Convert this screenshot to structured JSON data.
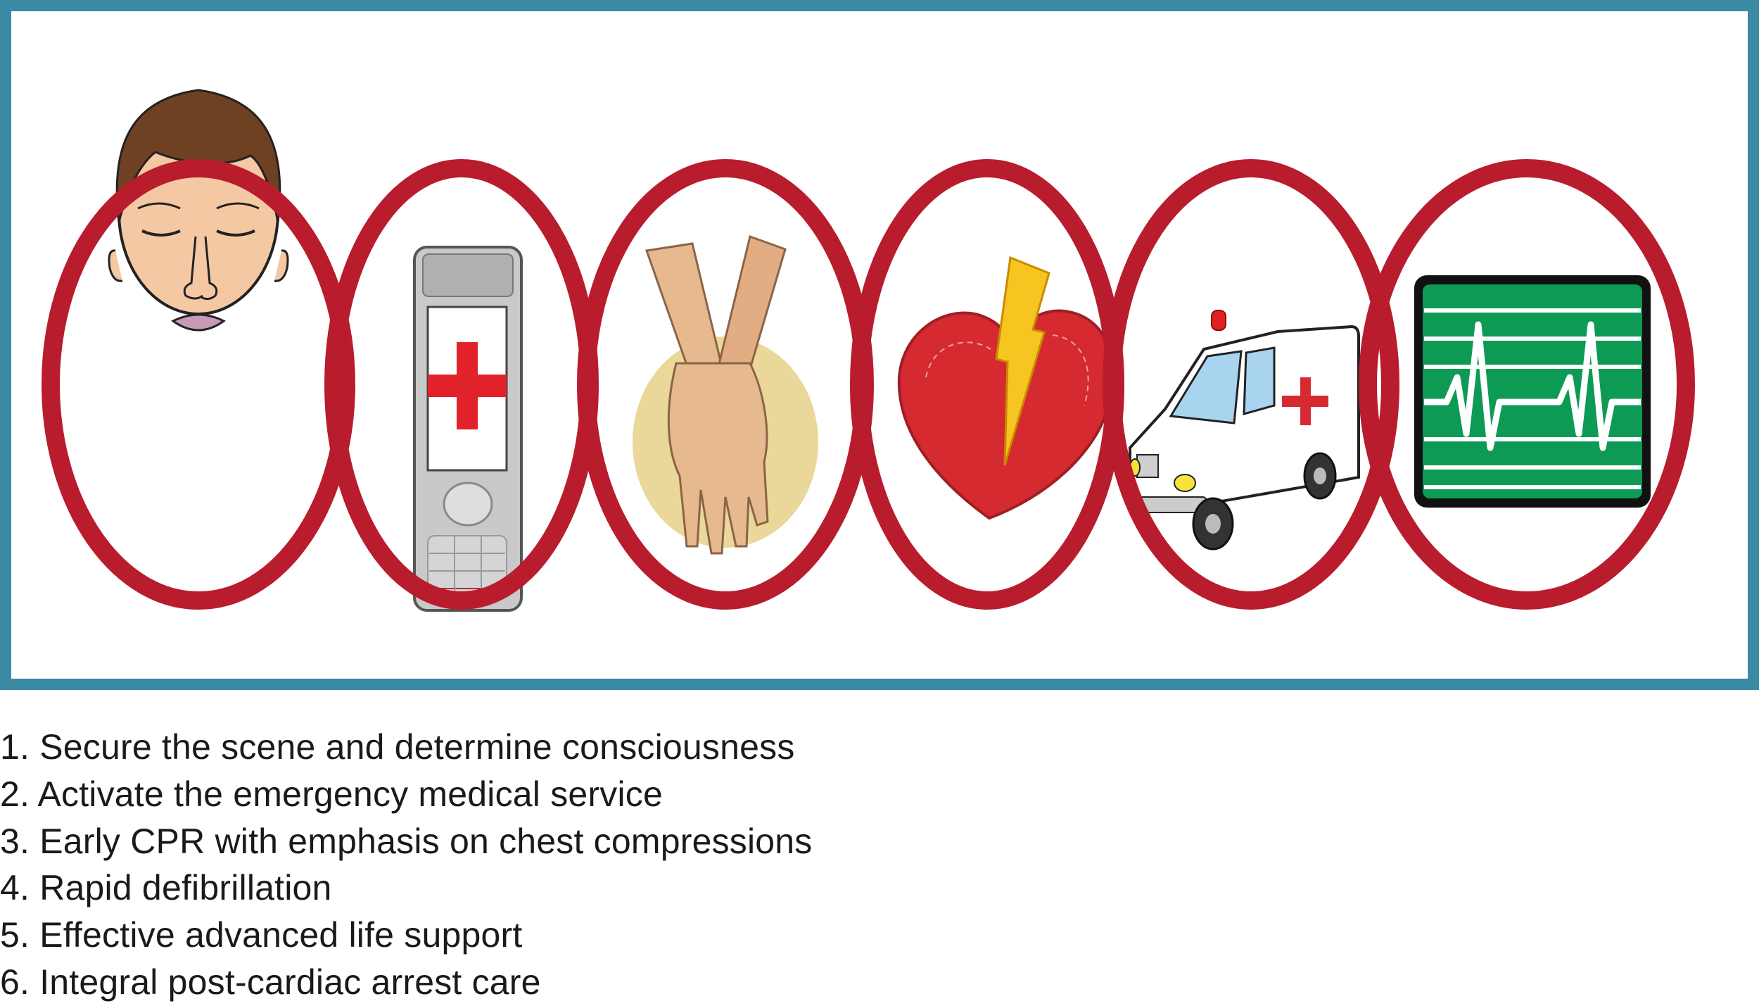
{
  "colors": {
    "frame_border": "#3a8aa4",
    "chain_red": "#b81c2d",
    "text": "#1a1a1a",
    "monitor_green": "#0d9a55"
  },
  "chain_links": [
    {
      "icon": "face-icon"
    },
    {
      "icon": "mobile-phone-icon"
    },
    {
      "icon": "cpr-hands-icon"
    },
    {
      "icon": "defibrillation-heart-icon"
    },
    {
      "icon": "ambulance-icon"
    },
    {
      "icon": "ecg-monitor-icon"
    }
  ],
  "steps": [
    {
      "number": "1.",
      "text": "Secure the scene and determine consciousness"
    },
    {
      "number": "2.",
      "text": "Activate the emergency medical service"
    },
    {
      "number": "3.",
      "text": "Early CPR with emphasis on chest compressions"
    },
    {
      "number": "4.",
      "text": "Rapid defibrillation"
    },
    {
      "number": "5.",
      "text": "Effective advanced life support"
    },
    {
      "number": "6.",
      "text": "Integral post-cardiac arrest care"
    }
  ]
}
